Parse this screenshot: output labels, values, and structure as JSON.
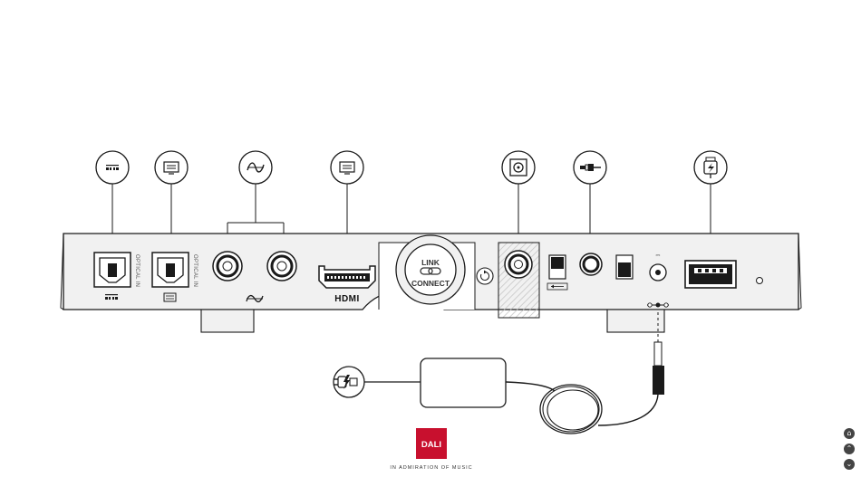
{
  "rear_panel": {
    "optical_in_1_label": "OPTICAL IN",
    "optical_in_2_label": "OPTICAL IN",
    "hdmi_label": "HDMI",
    "link_label": "LINK",
    "connect_label": "CONNECT",
    "dc_symbol": "⎓"
  },
  "branding": {
    "logo_text": "DALI",
    "tagline": "IN ADMIRATION OF MUSIC",
    "logo_color": "#c8102e"
  },
  "callout_icons": [
    "dolby-style-icon",
    "tv-icon",
    "analog-wave-icon",
    "tv-icon",
    "subwoofer-icon",
    "mini-jack-icon",
    "usb-power-icon"
  ],
  "nav": {
    "home_icon": "⌂",
    "up_icon": "⌃",
    "down_icon": "⌄"
  },
  "colors": {
    "line": "#1a1a1a",
    "panel_fill": "#f1f1f1",
    "hatch": "#c8c8c8"
  }
}
